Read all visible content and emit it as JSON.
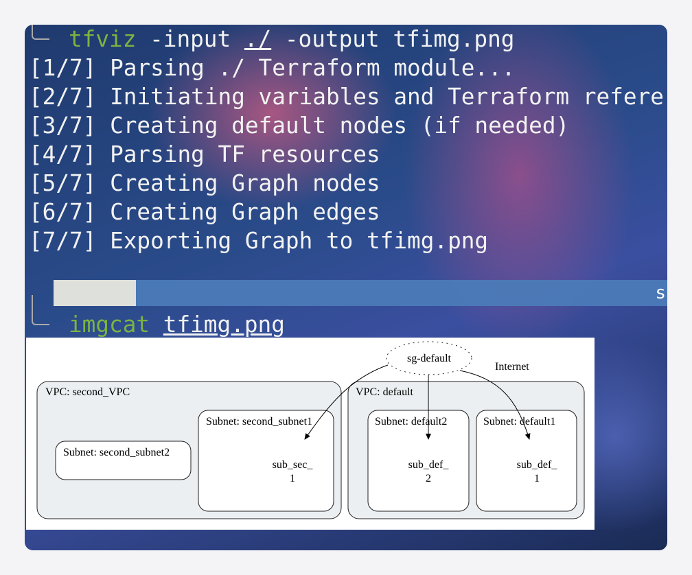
{
  "terminal": {
    "command1": {
      "program": "tfviz",
      "args_pre": " -input ",
      "input_path": "./",
      "args_post": " -output tfimg.png"
    },
    "output_lines": [
      "[1/7] Parsing ./ Terraform module...",
      "[2/7] Initiating variables and Terraform refere",
      "[3/7] Creating default nodes (if needed)",
      "[4/7] Parsing TF resources",
      "[5/7] Creating Graph nodes",
      "[6/7] Creating Graph edges",
      "[7/7] Exporting Graph to tfimg.png"
    ],
    "command2": {
      "program": "imgcat",
      "arg": "tfimg.png"
    },
    "prompt_tail": "s"
  },
  "graph": {
    "sg": "sg-default",
    "edge_label": "Internet",
    "vpc1": "VPC: second_VPC",
    "vpc2": "VPC: default",
    "subnet_s2": "Subnet: second_subnet2",
    "subnet_s1": "Subnet: second_subnet1",
    "subnet_d2": "Subnet: default2",
    "subnet_d1": "Subnet: default1",
    "node_s1": [
      "sub_sec_",
      "1"
    ],
    "node_d2": [
      "sub_def_",
      "2"
    ],
    "node_d1": [
      "sub_def_",
      "1"
    ]
  }
}
